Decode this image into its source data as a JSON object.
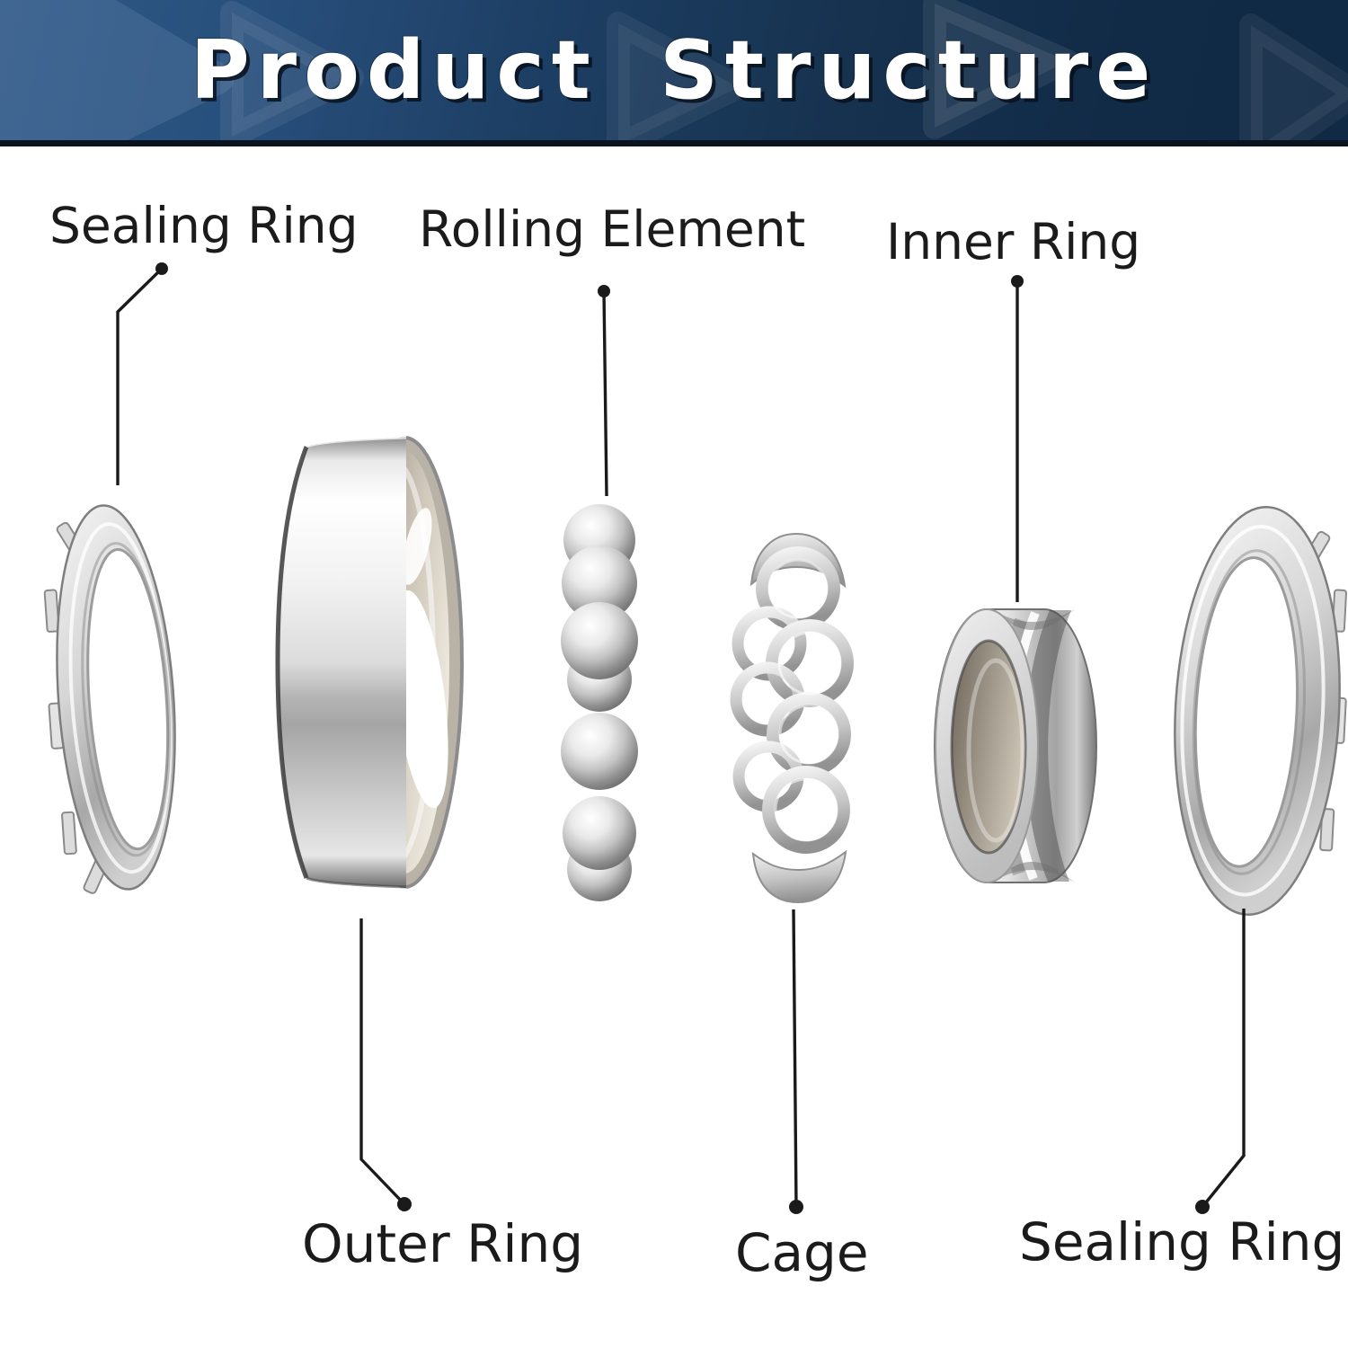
{
  "header": {
    "title": "Product Structure"
  },
  "labels": {
    "sealing_ring_top": "Sealing Ring",
    "rolling_element": "Rolling Element",
    "inner_ring": "Inner Ring",
    "outer_ring": "Outer Ring",
    "cage": "Cage",
    "sealing_ring_bottom": "Sealing Ring"
  },
  "colors": {
    "banner_deep": "#102944",
    "banner_mid": "#1e4066",
    "banner_light": "#2f5886",
    "banner_bottom_line": "#0a1420",
    "title_text": "#ffffff",
    "label_text": "#1b1b1b",
    "leader_line": "#1a1a1a",
    "metal_light": "#fafafa",
    "metal_mid": "#c9c9c9",
    "metal_dark": "#8a8a8a",
    "bore_tint": "#b9b2a6"
  }
}
